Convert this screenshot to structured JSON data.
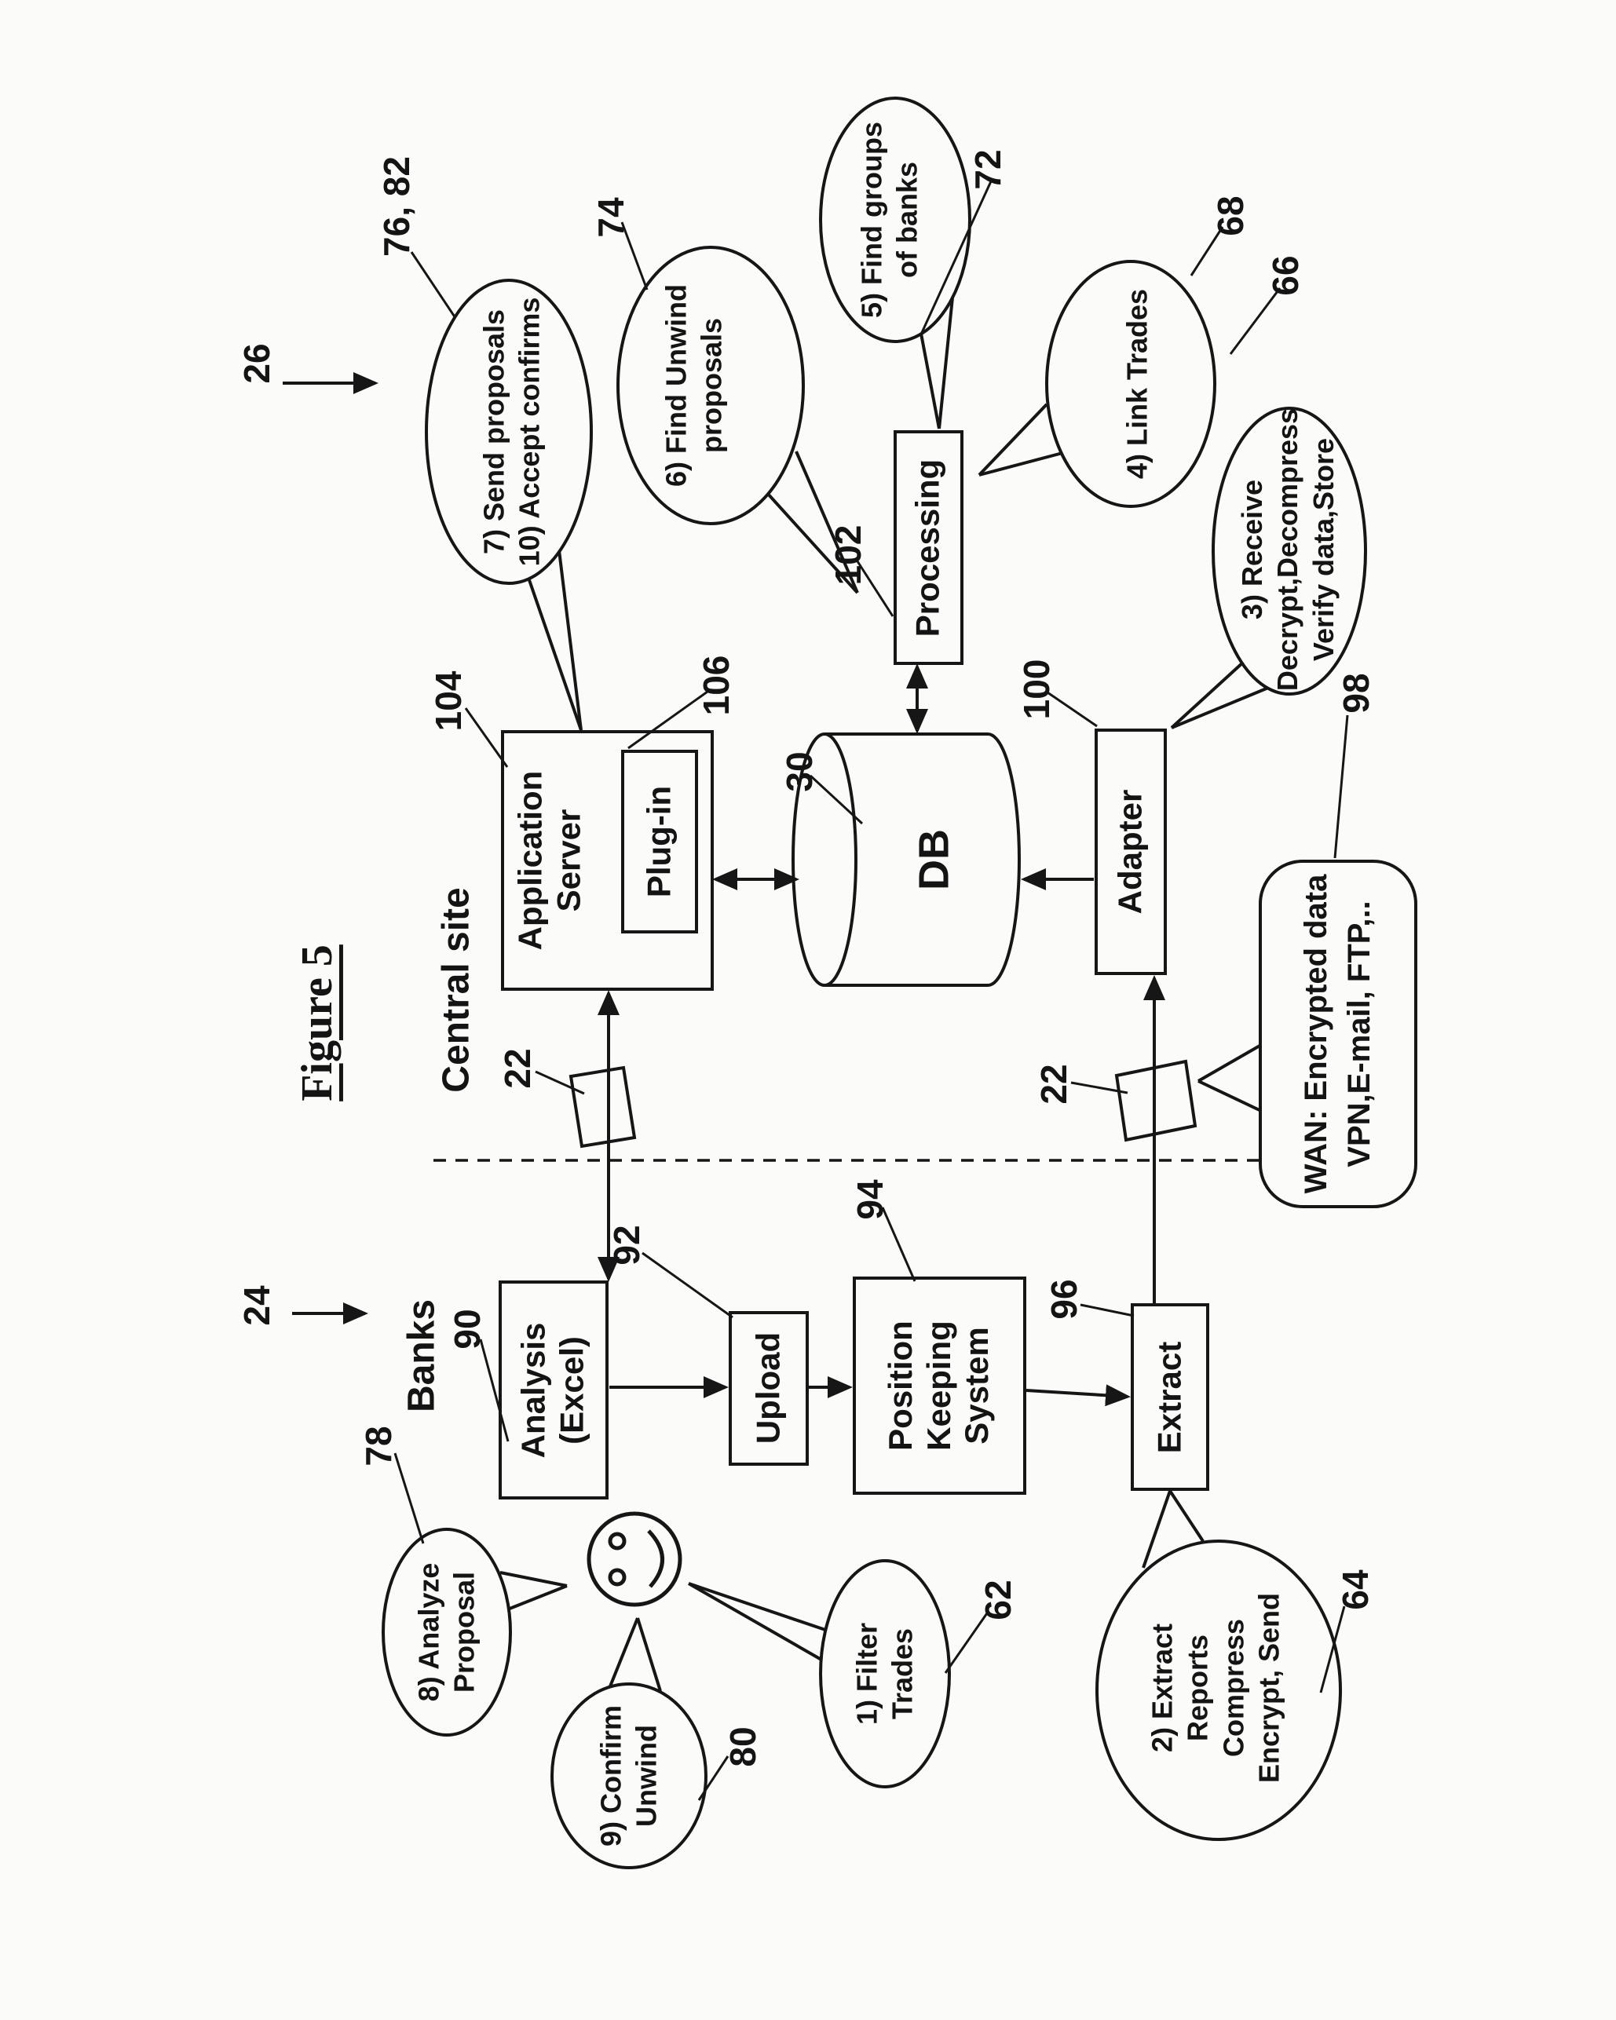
{
  "colors": {
    "ink": "#161616",
    "paper": "#fbfbfa"
  },
  "figure": {
    "title": "Figure 5"
  },
  "regions": {
    "central_site": "Central site",
    "banks": "Banks"
  },
  "refs": {
    "r26": "26",
    "r24": "24",
    "r76_82": "76, 82",
    "r74": "74",
    "r72": "72",
    "r68": "68",
    "r66": "66",
    "r104": "104",
    "r106": "106",
    "r102": "102",
    "r30": "30",
    "r100": "100",
    "r98": "98",
    "r22_top": "22",
    "r22_bottom": "22",
    "r90": "90",
    "r92": "92",
    "r94": "94",
    "r96": "96",
    "r78": "78",
    "r80": "80",
    "r62": "62",
    "r64": "64"
  },
  "boxes": {
    "application_server": {
      "lines": [
        "Application",
        "Server"
      ]
    },
    "plug_in": {
      "label": "Plug-in"
    },
    "processing": {
      "label": "Processing"
    },
    "db": {
      "label": "DB"
    },
    "adapter": {
      "label": "Adapter"
    },
    "analysis": {
      "lines": [
        "Analysis",
        "(Excel)"
      ]
    },
    "upload": {
      "label": "Upload"
    },
    "position_keeping_system": {
      "lines": [
        "Position",
        "Keeping",
        "System"
      ]
    },
    "extract": {
      "label": "Extract"
    }
  },
  "bubbles": {
    "send_proposals": {
      "lines": [
        "7) Send proposals",
        "10) Accept confirms"
      ]
    },
    "find_unwind": {
      "lines": [
        "6) Find Unwind",
        "proposals"
      ]
    },
    "find_groups": {
      "lines": [
        "5) Find groups",
        "of banks"
      ]
    },
    "link_trades": {
      "lines": [
        "4) Link Trades"
      ]
    },
    "receive": {
      "lines": [
        "3) Receive",
        "Decrypt,Decompress",
        "Verify data,Store"
      ]
    },
    "wan": {
      "lines": [
        "WAN: Encrypted data",
        "VPN,E-mail, FTP,.."
      ]
    },
    "analyze_proposal": {
      "lines": [
        "8) Analyze",
        "Proposal"
      ]
    },
    "confirm_unwind": {
      "lines": [
        "9) Confirm",
        "Unwind"
      ]
    },
    "filter_trades": {
      "lines": [
        "1) Filter",
        "Trades"
      ]
    },
    "extract_reports": {
      "lines": [
        "2) Extract",
        "Reports",
        "Compress",
        "Encrypt, Send"
      ]
    }
  }
}
